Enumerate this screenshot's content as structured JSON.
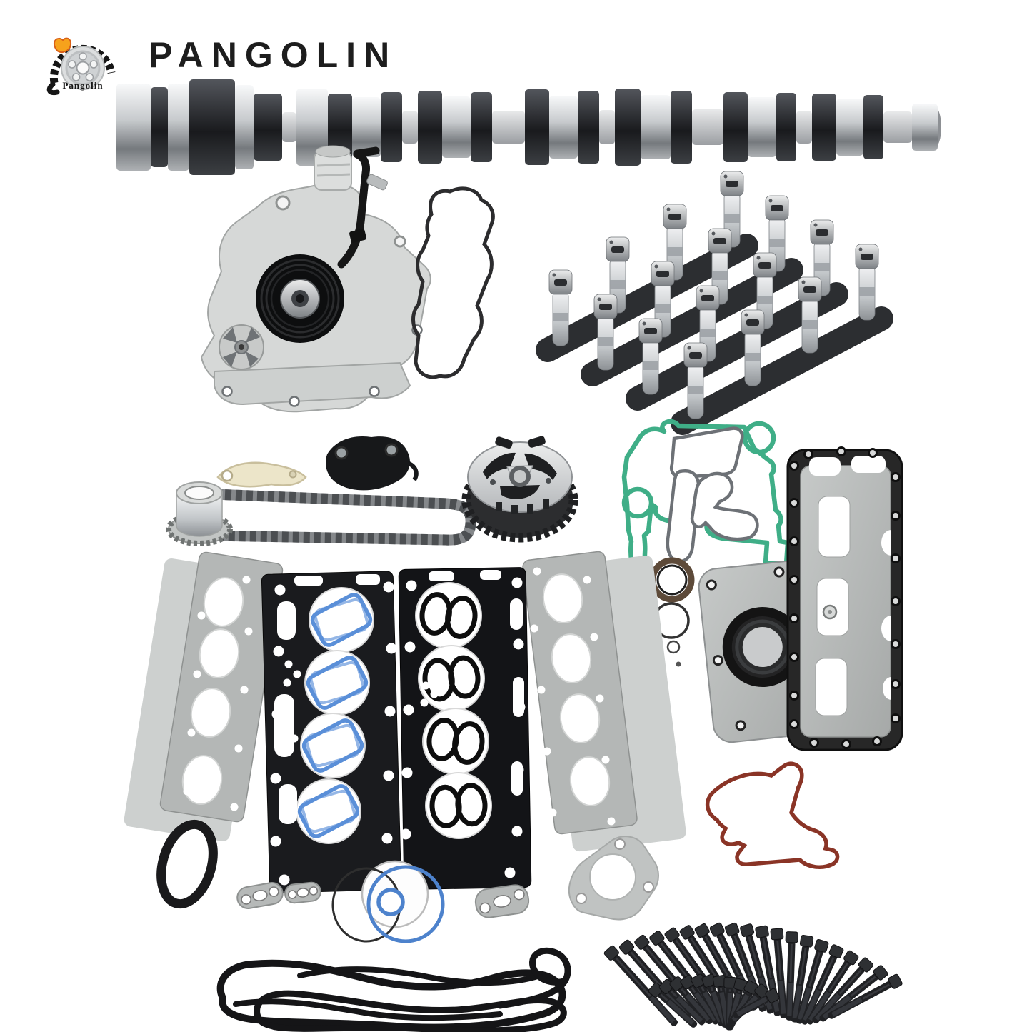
{
  "brand": {
    "icon": "pangolin-wheel-logo-icon",
    "icon_caption": "Pangolin",
    "wordmark": "PANGOLIN"
  },
  "product_photo": {
    "background_color": "#ffffff",
    "parts": [
      {
        "name": "camshaft"
      },
      {
        "name": "water-pump"
      },
      {
        "name": "water-pump-outlet-gasket"
      },
      {
        "name": "hydraulic-roller-lifters",
        "count": 16
      },
      {
        "name": "lifter-trays",
        "count": 4
      },
      {
        "name": "timing-chain"
      },
      {
        "name": "timing-chain-guide"
      },
      {
        "name": "timing-chain-tensioner"
      },
      {
        "name": "crankshaft-sprocket"
      },
      {
        "name": "camshaft-phaser-sprocket"
      },
      {
        "name": "timing-cover-gasket"
      },
      {
        "name": "front-cover-inner-gaskets"
      },
      {
        "name": "crankshaft-front-seal"
      },
      {
        "name": "o-ring-seals",
        "count": 4
      },
      {
        "name": "rear-main-seal-housing"
      },
      {
        "name": "oil-pan-gasket"
      },
      {
        "name": "oil-cooler-gasket"
      },
      {
        "name": "exhaust-manifold-gaskets",
        "count": 2
      },
      {
        "name": "head-gasket-blue-seals"
      },
      {
        "name": "head-gasket-ring-seals"
      },
      {
        "name": "water-outlet-gasket"
      },
      {
        "name": "small-port-gaskets",
        "count": 3
      },
      {
        "name": "exhaust-flange-gasket"
      },
      {
        "name": "valve-cover-gaskets"
      },
      {
        "name": "cylinder-head-bolts-long",
        "count": 20
      },
      {
        "name": "cylinder-head-bolts-short",
        "count": 12
      }
    ]
  },
  "colors": {
    "background": "#ffffff",
    "brand_text": "#1d1d1d",
    "brand_flame": "#f6a21c",
    "timing_cover_gasket_green": "#3fae87",
    "head_gasket_seal_blue": "#5a8fd8",
    "oil_cooler_gasket_red": "#8a3426",
    "gasket_steel_gray": "#b4b7b6",
    "aluminum": "#d6d8d7",
    "rubber_black": "#17181a",
    "chain_guide_cream": "#ece5c9"
  }
}
